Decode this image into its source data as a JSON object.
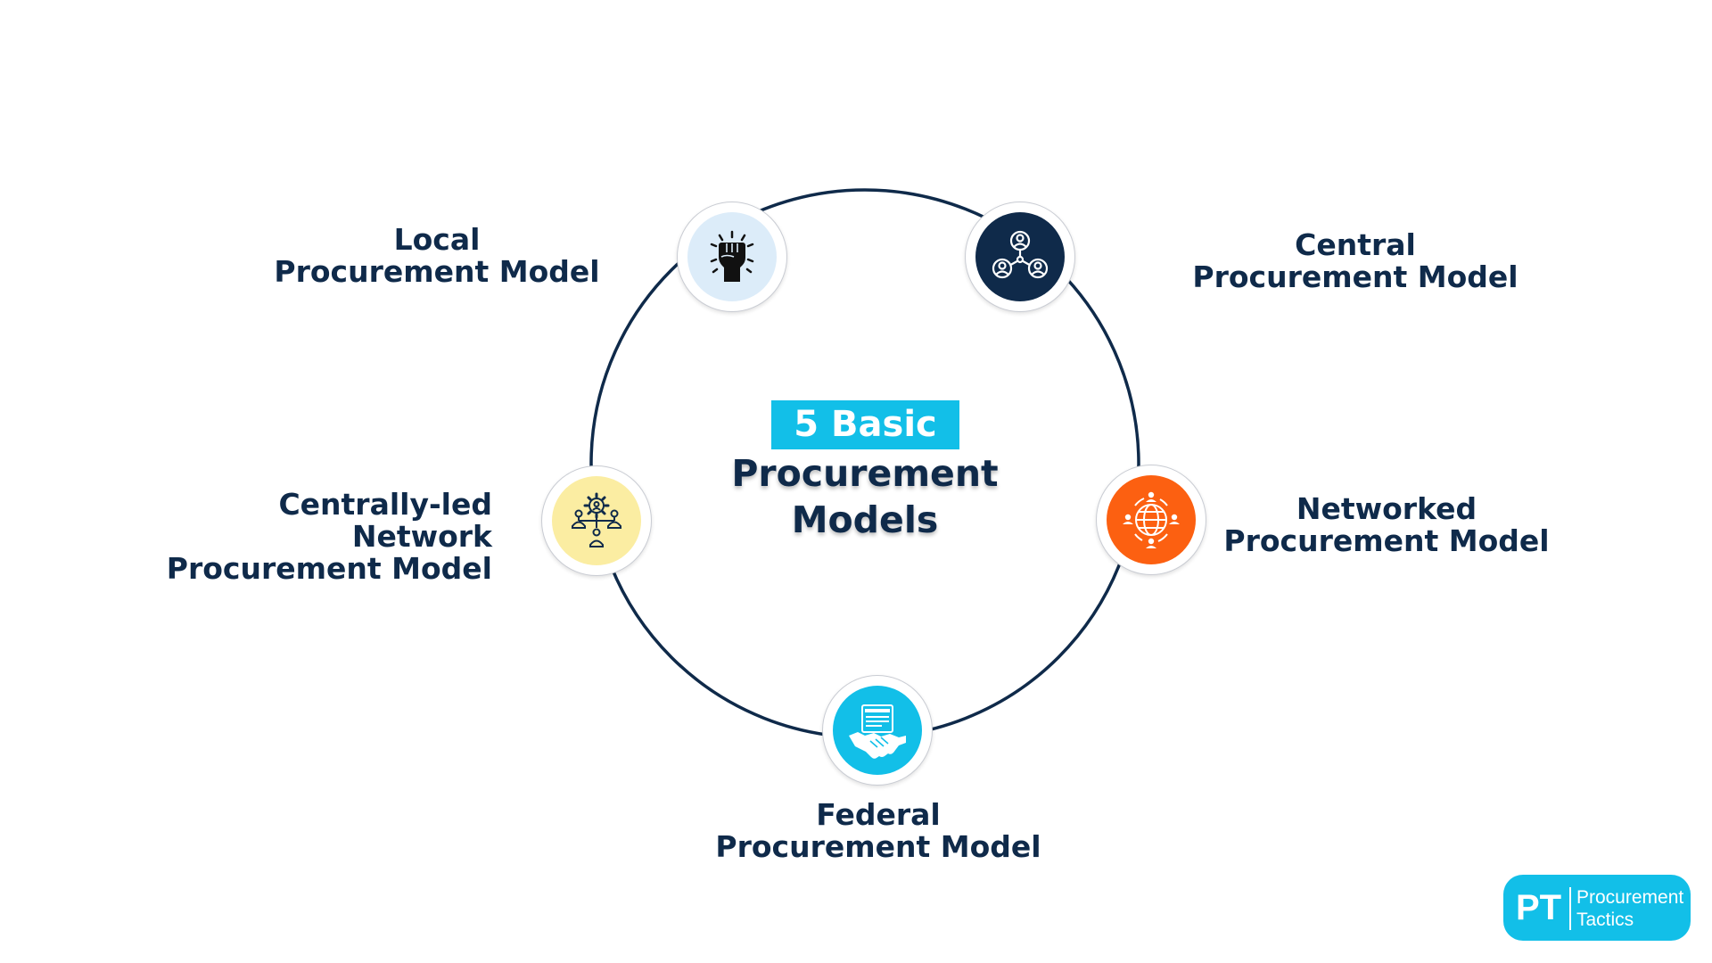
{
  "center": {
    "badge": "5 Basic",
    "title_line1": "Procurement",
    "title_line2": "Models"
  },
  "models": {
    "local": {
      "line1": "Local",
      "line2": "Procurement Model",
      "icon": "raised-fist-icon",
      "color": "#dcecf9"
    },
    "central": {
      "line1": "Central",
      "line2": "Procurement Model",
      "icon": "connected-people-icon",
      "color": "#0f2a4a"
    },
    "networked": {
      "line1": "Networked",
      "line2": "Procurement Model",
      "icon": "globe-network-icon",
      "color": "#fc6011"
    },
    "federal": {
      "line1": "Federal",
      "line2": "Procurement Model",
      "icon": "contract-handshake-icon",
      "color": "#12bfe8"
    },
    "centrally_led": {
      "line1": "Centrally-led Network",
      "line2": "Procurement Model",
      "icon": "gear-team-icon",
      "color": "#fbeda2"
    }
  },
  "logo": {
    "initials": "PT",
    "line1": "Procurement",
    "line2": "Tactics",
    "color": "#12bfe8"
  },
  "colors": {
    "ring": "#0f2a4a",
    "text": "#0f2a4a"
  }
}
